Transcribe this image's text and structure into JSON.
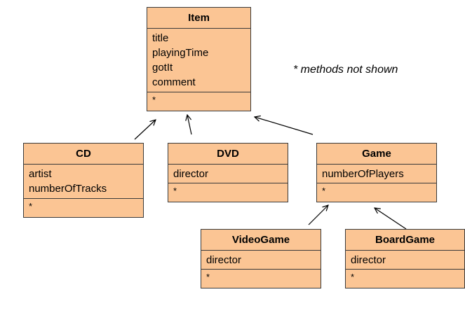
{
  "classes": {
    "item": {
      "name": "Item",
      "attributes": [
        "title",
        "playingTime",
        "gotIt",
        "comment"
      ],
      "methods": "*"
    },
    "cd": {
      "name": "CD",
      "attributes": [
        "artist",
        "numberOfTracks"
      ],
      "methods": "*"
    },
    "dvd": {
      "name": "DVD",
      "attributes": [
        "director"
      ],
      "methods": "*"
    },
    "game": {
      "name": "Game",
      "attributes": [
        "numberOfPlayers"
      ],
      "methods": "*"
    },
    "videogame": {
      "name": "VideoGame",
      "attributes": [
        "director"
      ],
      "methods": "*"
    },
    "boardgame": {
      "name": "BoardGame",
      "attributes": [
        "director"
      ],
      "methods": "*"
    }
  },
  "note": "* methods not shown",
  "colors": {
    "class_fill": "#fbc594",
    "border": "#3a3a3a"
  }
}
